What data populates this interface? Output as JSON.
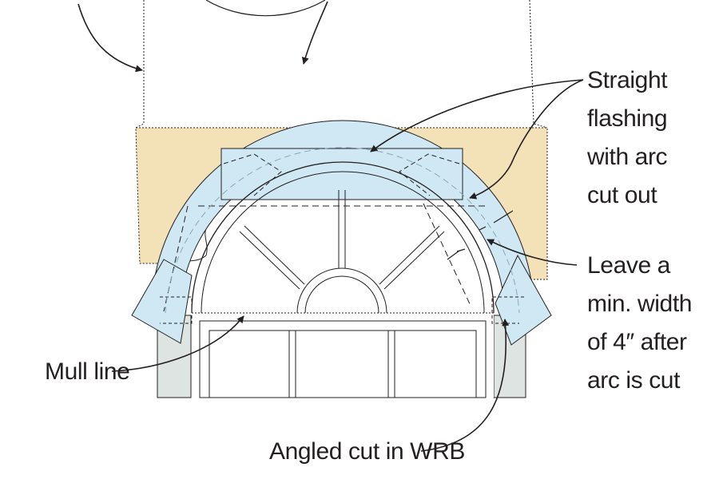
{
  "callouts": {
    "straight_flashing": [
      "Straight",
      "flashing",
      "with arc",
      "cut out"
    ],
    "leave_width": [
      "Leave a",
      "min.  width",
      "of 4″ after",
      "arc is cut"
    ],
    "mull_line": "Mull line",
    "angled_cut": "Angled cut in WRB"
  },
  "colors": {
    "wall_tan": "#f3e1b8",
    "flashing_blue": "#cfe8f4",
    "jamb_gray": "#dde4e2",
    "ink": "#231f20"
  }
}
